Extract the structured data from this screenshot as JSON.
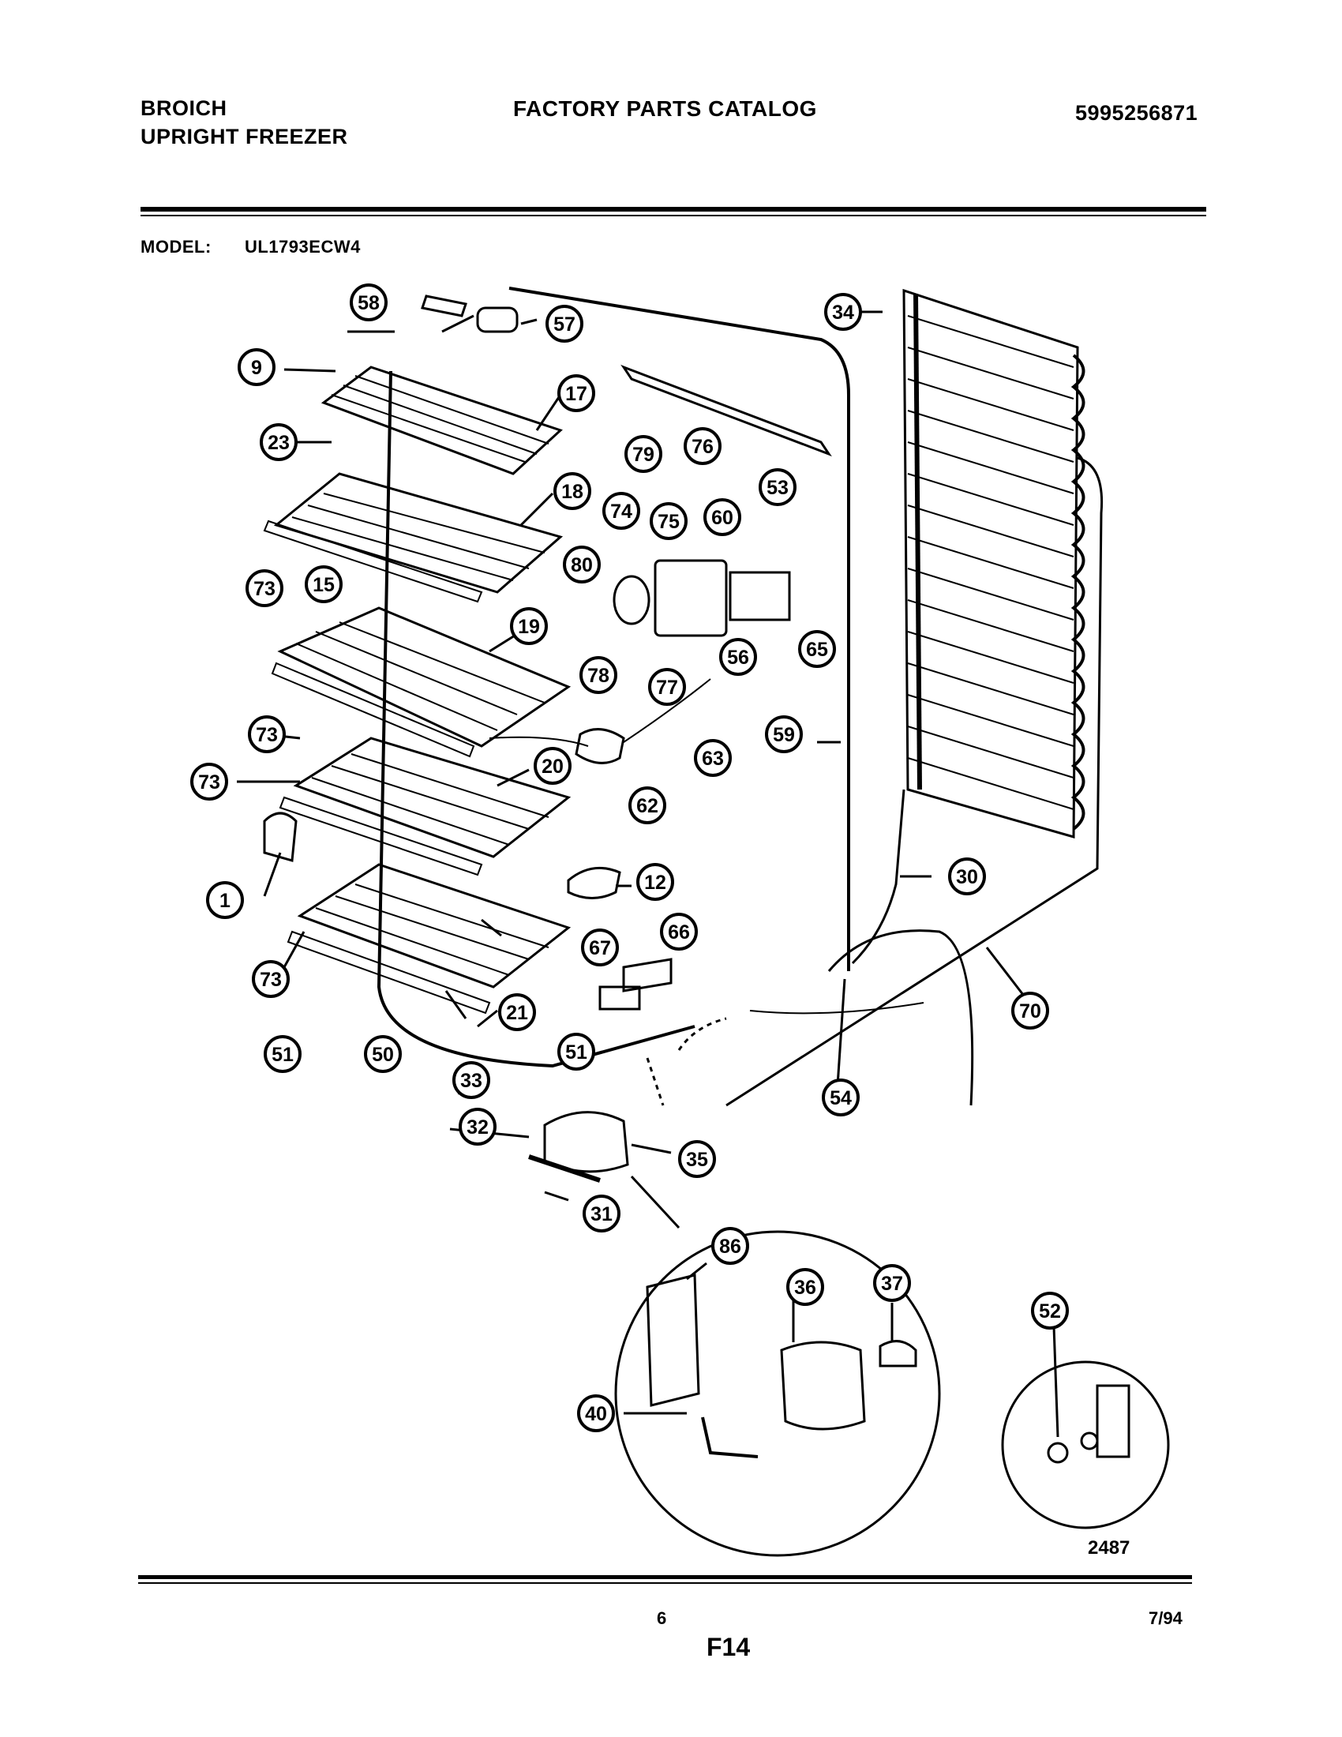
{
  "header": {
    "brand": "BROICH",
    "product": "UPRIGHT FREEZER",
    "catalog_title": "FACTORY PARTS CATALOG",
    "catalog_number": "5995256871",
    "model_label": "MODEL:",
    "model_number": "UL1793ECW4"
  },
  "diagram": {
    "drawing_number": "2487",
    "callouts": [
      "1",
      "9",
      "12",
      "15",
      "17",
      "18",
      "19",
      "20",
      "21",
      "23",
      "30",
      "31",
      "32",
      "33",
      "34",
      "35",
      "36",
      "37",
      "40",
      "50",
      "51",
      "51",
      "52",
      "53",
      "54",
      "56",
      "57",
      "58",
      "59",
      "60",
      "62",
      "63",
      "65",
      "66",
      "67",
      "70",
      "73",
      "73",
      "73",
      "73",
      "74",
      "75",
      "76",
      "77",
      "78",
      "79",
      "80",
      "86"
    ]
  },
  "footer": {
    "page_number": "6",
    "section_code": "F14",
    "date": "7/94"
  }
}
